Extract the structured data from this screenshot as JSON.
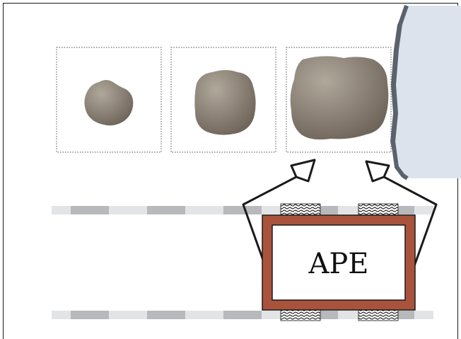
{
  "diagram": {
    "machine_label": "APE",
    "colors": {
      "frame_border": "#1a1a1a",
      "panel_border": "#6e6e6e",
      "particle_light": "#b1a89c",
      "particle_dark": "#6f655a",
      "rail_light": "#e3e4e6",
      "rail_dark": "#b8b9bc",
      "machine_frame": "#a9533d",
      "machine_inner": "#ffffff",
      "side_wall_fill": "#dce3ec",
      "side_wall_edge": "#5b626c",
      "lines": "#1a1a1a"
    },
    "icons": [
      "particle-small",
      "particle-medium",
      "particle-large",
      "claw-left",
      "claw-right",
      "pattern-block"
    ]
  }
}
